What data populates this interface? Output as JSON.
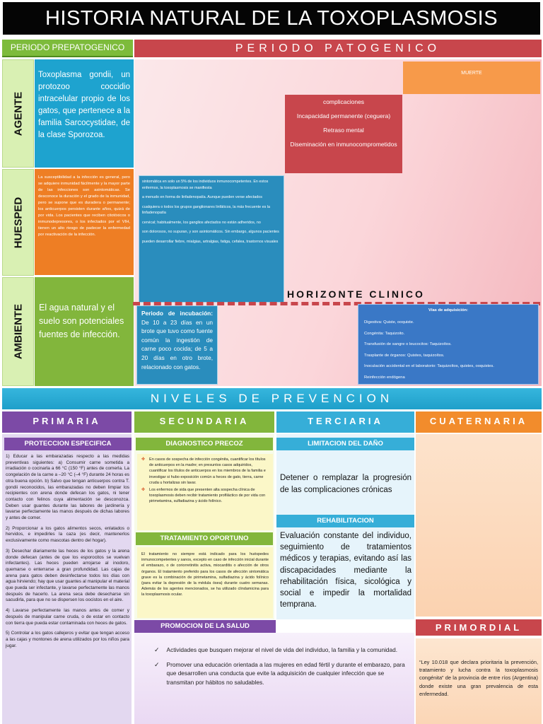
{
  "title": "HISTORIA NATURAL DE LA TOXOPLASMOSIS",
  "periodo_prepatogenico": "PERIODO PREPATOGENICO",
  "periodo_patogenico": "PERIODO PATOGENICO",
  "side_labels": {
    "agente": "AGENTE",
    "huesped": "HUESPED",
    "ambiente": "AMBIENTE"
  },
  "agente_text": "Toxoplasma gondii, un protozoo coccidio intracelular propio de los gatos, que pertenece a la familia Sarcocystidae, de la clase Sporozoa.",
  "huesped_text": "La susceptibilidad a la infección es general, pero se adquiere inmunidad fácilmente y la mayor parte de las infecciones son asintomáticas. Se desconoce la duración y el grado de la inmunidad, pero se supone que es duradera o permanente; los anticuerpos persisten durante años, quizá de por vida. Los pacientes que reciben citotóxicos o inmunodepresores, o los infectados por el VIH, tienen un alto riesgo de padecer la enfermedad por reactivación de la infección.",
  "ambiente_text": "El agua natural y el suelo son potenciales fuentes de infección.",
  "muerte": "MUERTE",
  "complicaciones": [
    "complicaciones",
    "Incapacidad permanente (ceguera)",
    "Retraso mental",
    "Diseminación en inmunocomprometidos"
  ],
  "sintomas": [
    "sintomática en solo un 5% de los individuos inmunocompetentes. En estos enfermos, la toxoplasmosis se manifiesta",
    "a menudo en forma de linfadenopatía. Aunque pueden verse afectados",
    "cualquiera o todos los grupos ganglionares linfáticos, la más frecuente es la linfadenopatía",
    "cervical; habitualmente, los ganglios afectados no están adheridos, no",
    "son dolorosos, no supuran, y son asintomáticos. Sin embargo, algunos pacientes",
    "pueden desarrollar fiebre, mialgias, artralgias, fatiga, cefalea, trastornos visuales"
  ],
  "horizonte_clinico": "HORIZONTE CLINICO",
  "incubacion": {
    "label": "Periodo de incubación:",
    "text": " De 10 a 23 días en un brote que tuvo como fuente común la ingestión de carne poco cocida; de 5 a 20 días en otro brote, relacionado con gatos."
  },
  "vias": {
    "title": "Vías de adquisición:",
    "items": [
      "Digestiva: Quiste, ooquiste.",
      "Congénita: Taquizoito.",
      "Transfusión de sangre o leucocitos: Taquizoítos.",
      "Trasplante de órganos: Quistes, taquizoítos.",
      "Inoculación accidental en el laboratorio: Taquizoítos, quistes, ooquistes.",
      "Reinfección endógena"
    ]
  },
  "niveles": "NIVELES DE PREVENCION",
  "levels": {
    "primaria": "PRIMARIA",
    "secundaria": "SECUNDARIA",
    "terciaria": "TERCIARIA",
    "cuaternaria": "CUATERNARIA"
  },
  "subheads": {
    "proteccion": "PROTECCION ESPECIFICA",
    "diagnostico": "DIAGNOSTICO PRECOZ",
    "limitacion": "LIMITACION DEL DAÑO",
    "rehabilitacion": "REHABILITACION",
    "tratamiento": "TRATAMIENTO OPORTUNO",
    "promocion": "PROMOCION DE LA SALUD"
  },
  "primaria_items": [
    "1) Educar a las embarazadas respecto a las medidas preventivas siguientes: a) Consumir carne sometida a irradiación o cocinarla a 66 °C (150 °F) antes de comerla. La congelación de la carne a –20 °C (–4 °F) durante 24 horas es otra buena opción. b) Salvo que tengan anticuerpos contra T. gondii reconocidos, las embarazadas no deben limpiar los recipientes con arena donde defecan los gatos, ni tener contacto con felinos cuya alimentación se desconozca. Deben usar guantes durante las labores de jardinería y lavarse perfectamente las manos después de dichas labores y antes de comer.",
    "2) Proporcionar a los gatos alimentos secos, enlatados o hervidos, e impedirles la caza (es decir, mantenerlos exclusivamente como mascotas dentro del hogar).",
    "3) Desechar diariamente las heces de los gatos y la arena donde defecan (antes de que los esporocitos se vuelvan infectantes). Las heces pueden arrojarse al inodoro, quemarse o enterrarse a gran profundidad. Las cajas de arena para gatos deben desinfectarse todos los días con agua hirviendo; hay que usar guantes al manipular el material que pueda ser infectante, y lavarse perfectamente las manos después de hacerlo. La arena seca debe desecharse sin sacudirla, para que no se dispersen los oocistos en el aire.",
    "4) Lavarse perfectamente las manos antes de comer y después de manipular carne cruda, o de estar en contacto con tierra que pueda estar contaminada con heces de gatos.",
    "5) Controlar a los gatos callejeros y evitar que tengan acceso a las cajas y montones de arena utilizados por los niños para jugar."
  ],
  "diagnostico_items": [
    "En casos de sospecha de infección congénita, cuantificar los títulos de anticuerpos en la madre; en presuntos casos adquiridos, cuantificar los títulos de anticuerpos en los miembros de la familia e investigar si hubo exposición común a heces de gato, tierra, carne cruda u hortalizas sin lavar.",
    "Los enfermos de sida que presenten alta sospecha clínica de toxoplasmosis deben recibir tratamiento profiláctico de por vida con pirimetamina, sulfadiazina y ácido folínico."
  ],
  "tratamiento_text": "El tratamiento no siempre está indicado para los huéspedes inmunocompetentes y sanos, excepto en caso de infección inicial durante el embarazo, o de coriorretinitis activa, miocarditis o afección de otros órganos. El tratamiento preferido para los casos de afección sintomática grave es la combinación de pirimetamina, sulfadiazina y ácido folínico (para evitar la depresión de la médula ósea) durante cuatro semanas. Además de los agentes mencionados, se ha utilizado clindamicina para la toxoplasmosis ocular.",
  "limitacion_text": "Detener o remplazar la progresión de las complicaciones crónicas",
  "rehabilitacion_text": "Evaluación constante del individuo, seguimiento de tratamientos médicos y terapias, evitando así las discapacidades mediante la rehabilitación física, sicológica y social e impedir la mortalidad temprana.",
  "promocion_items": [
    "Actividades que busquen mejorar el nivel de vida del individuo, la familia y la comunidad.",
    "Promover una educación orientada a las mujeres en edad fértil y durante el embarazo, para que desarrollen una conducta que evite la adquisición de cualquier infección que se transmitan por hábitos no saludables."
  ],
  "primordial": "PRIMORDIAL",
  "primordial_text": "“Ley 10.018 que declara prioritaria la prevención, tratamiento y lucha contra la toxoplasmosis congénita” de la provincia de entre ríos (Argentina) donde existe una gran prevalencia de esta enfermedad.",
  "colors": {
    "red": "#c8464c",
    "green": "#82b63c",
    "blue": "#36aed8",
    "purple": "#7c4aa6",
    "orange": "#f28c2c"
  }
}
